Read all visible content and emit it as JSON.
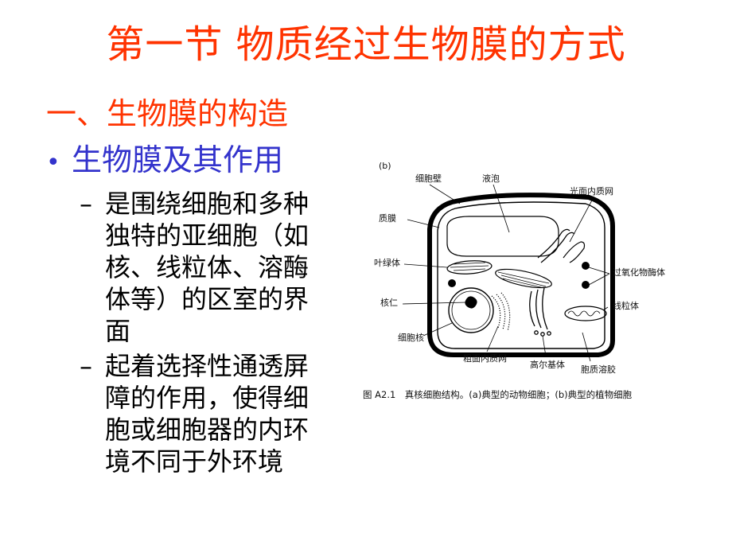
{
  "slide": {
    "title": "第一节  物质经过生物膜的方式",
    "section": "一、生物膜的构造",
    "bullet": "生物膜及其作用",
    "subitems": [
      "是围绕细胞和多种独特的亚细胞（如核、线粒体、溶酶体等）的区室的界面",
      "起着选择性通透屏障的作用，使得细胞或细胞器的内环境不同于外环境"
    ]
  },
  "figure": {
    "panel_label": "(b)",
    "labels": {
      "cell_wall": "细胞壁",
      "vacuole": "液泡",
      "smooth_er": "光面内质网",
      "plasma_membrane": "质膜",
      "chloroplast": "叶绿体",
      "peroxisome": "过氧化物酶体",
      "nucleolus": "核仁",
      "mitochondrion": "线粒体",
      "nucleus": "细胞核",
      "rough_er": "粗面内质网",
      "golgi": "高尔基体",
      "cytosol": "胞质溶胶"
    },
    "caption": "图 A2.1　真核细胞结构。(a)典型的动物细胞；(b)典型的植物细胞"
  },
  "colors": {
    "title": "#ff3300",
    "bullet": "#3333cc",
    "body_text": "#000000"
  }
}
